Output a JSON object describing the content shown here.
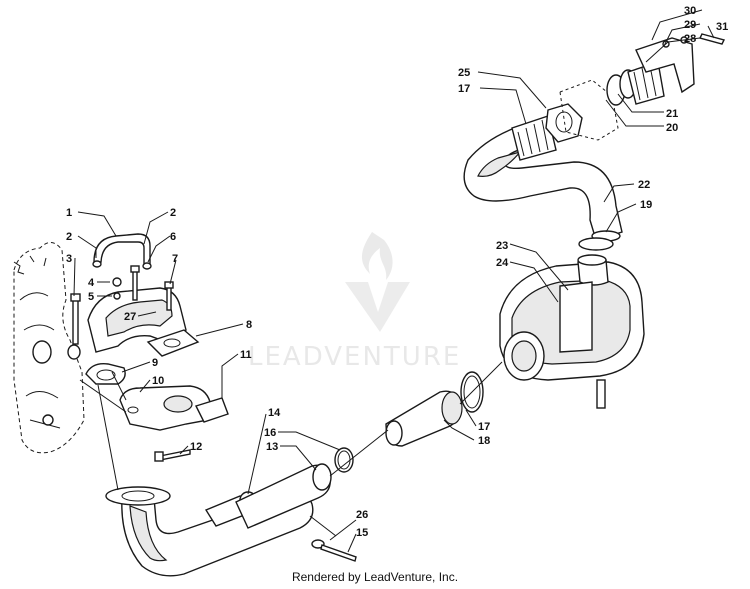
{
  "watermark": {
    "text": "LEADVENTURE"
  },
  "footer": {
    "text": "Rendered by LeadVenture, Inc."
  },
  "callouts": [
    {
      "id": "c30",
      "text": "30"
    },
    {
      "id": "c29",
      "text": "29"
    },
    {
      "id": "c28",
      "text": "28"
    },
    {
      "id": "c31",
      "text": "31"
    },
    {
      "id": "c25",
      "text": "25"
    },
    {
      "id": "c17a",
      "text": "17"
    },
    {
      "id": "c21",
      "text": "21"
    },
    {
      "id": "c20",
      "text": "20"
    },
    {
      "id": "c22",
      "text": "22"
    },
    {
      "id": "c19",
      "text": "19"
    },
    {
      "id": "c1",
      "text": "1"
    },
    {
      "id": "c2a",
      "text": "2"
    },
    {
      "id": "c2b",
      "text": "2"
    },
    {
      "id": "c6",
      "text": "6"
    },
    {
      "id": "c3",
      "text": "3"
    },
    {
      "id": "c4",
      "text": "4"
    },
    {
      "id": "c5",
      "text": "5"
    },
    {
      "id": "c7",
      "text": "7"
    },
    {
      "id": "c27",
      "text": "27"
    },
    {
      "id": "c8",
      "text": "8"
    },
    {
      "id": "c23",
      "text": "23"
    },
    {
      "id": "c24",
      "text": "24"
    },
    {
      "id": "c9",
      "text": "9"
    },
    {
      "id": "c10",
      "text": "10"
    },
    {
      "id": "c11",
      "text": "11"
    },
    {
      "id": "c12",
      "text": "12"
    },
    {
      "id": "c14",
      "text": "14"
    },
    {
      "id": "c16",
      "text": "16"
    },
    {
      "id": "c13",
      "text": "13"
    },
    {
      "id": "c17b",
      "text": "17"
    },
    {
      "id": "c18",
      "text": "18"
    },
    {
      "id": "c26",
      "text": "26"
    },
    {
      "id": "c15",
      "text": "15"
    }
  ]
}
